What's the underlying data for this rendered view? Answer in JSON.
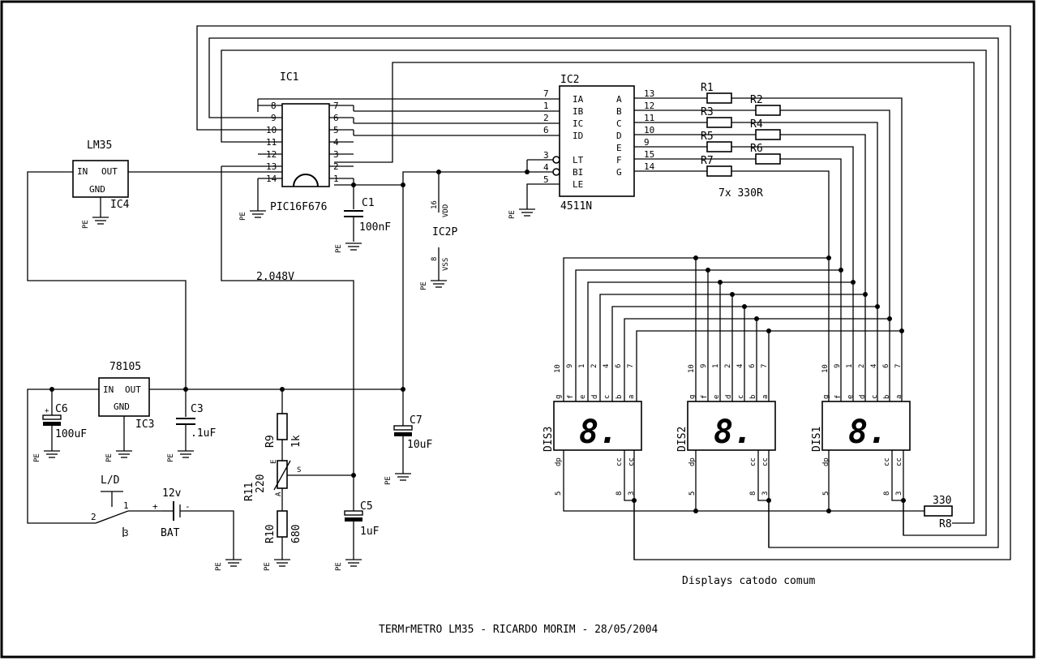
{
  "title": "TERMrMETRO LM35 - RICARDO MORIM - 28/05/2004",
  "note": "Displays catodo comum",
  "ic1": {
    "ref": "IC1",
    "part": "PIC16F676",
    "pins_left": [
      "8",
      "9",
      "10",
      "11",
      "12",
      "13",
      "14"
    ],
    "pins_right": [
      "7",
      "6",
      "5",
      "4",
      "3",
      "2",
      "1"
    ]
  },
  "ic2": {
    "ref": "IC2",
    "part": "4511N",
    "inputs": [
      "IA",
      "IB",
      "IC",
      "ID"
    ],
    "input_pins": [
      "7",
      "1",
      "2",
      "6"
    ],
    "controls": [
      "LT",
      "BI",
      "LE"
    ],
    "control_pins": [
      "3",
      "4",
      "5"
    ],
    "outputs": [
      "A",
      "B",
      "C",
      "D",
      "E",
      "F",
      "G"
    ],
    "output_pins": [
      "13",
      "12",
      "11",
      "10",
      "9",
      "15",
      "14"
    ]
  },
  "ic2p": {
    "ref": "IC2P",
    "vdd_pin": "16",
    "vdd": "VDD",
    "vss_pin": "8",
    "vss": "VSS"
  },
  "ic3": {
    "ref": "IC3",
    "part": "78105",
    "in": "IN",
    "out": "OUT",
    "gnd": "GND"
  },
  "ic4": {
    "ref": "IC4",
    "part": "LM35",
    "in": "IN",
    "out": "OUT",
    "gnd": "GND"
  },
  "resistors": {
    "r1": "R1",
    "r2": "R2",
    "r3": "R3",
    "r4": "R4",
    "r5": "R5",
    "r6": "R6",
    "r7": "R7",
    "array_value": "7x 330R",
    "r8": "R8",
    "r8_value": "330",
    "r9": "R9",
    "r9_value": "1k",
    "r10": "R10",
    "r10_value": "680",
    "r11": "R11",
    "r11_value": "220",
    "r11_pins": {
      "e": "E",
      "s": "S",
      "a": "A"
    }
  },
  "capacitors": {
    "c1": "C1",
    "c1_value": "100nF",
    "c3": "C3",
    "c3_value": ".1uF",
    "c5": "C5",
    "c5_value": "1uF",
    "c6": "C6",
    "c6_value": "100uF",
    "c7": "C7",
    "c7_value": "10uF"
  },
  "vref_label": "2.048V",
  "ground_label": "PE",
  "switch": {
    "label": "L/D",
    "pin1": "1",
    "pin2": "2",
    "pin3": "3"
  },
  "battery": {
    "voltage": "12v",
    "label": "BAT",
    "plus": "+",
    "minus": "-"
  },
  "displays": {
    "names": [
      "DIS3",
      "DIS2",
      "DIS1"
    ],
    "top_pins": [
      "10",
      "9",
      "1",
      "2",
      "4",
      "6",
      "7"
    ],
    "top_segments": [
      "g",
      "f",
      "e",
      "d",
      "c",
      "b",
      "a"
    ],
    "bottom_pins_left": "5",
    "bottom_seg_left": "dp",
    "bottom_pins_right": [
      "8",
      "3"
    ],
    "bottom_seg_right": [
      "cc",
      "cc"
    ],
    "digit": "8."
  },
  "colors": {
    "ink": "#000000",
    "paper": "#ffffff"
  }
}
